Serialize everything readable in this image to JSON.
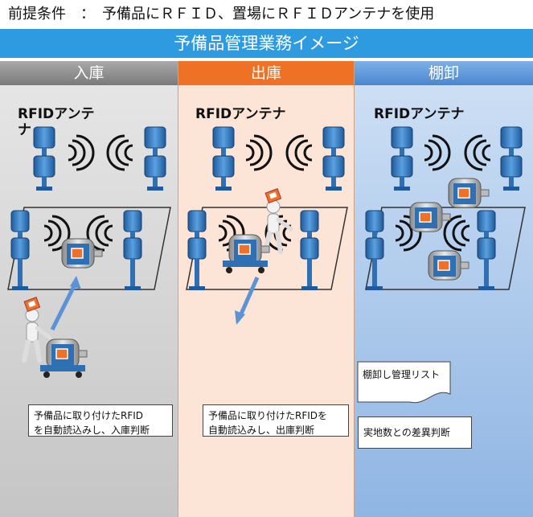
{
  "header": {
    "premise": "前提条件　：　予備品にＲＦＩＤ、置場にＲＦＩＤアンテナを使用",
    "title": "予備品管理業務イメージ"
  },
  "columns": [
    {
      "title": "入庫",
      "antenna_label": "RFIDアンテナ",
      "note_line1": "予備品に取り付けたRFID",
      "note_line2": "を自動読込みし、入庫判断"
    },
    {
      "title": "出庫",
      "antenna_label": "RFIDアンテナ",
      "note_line1": "予備品に取り付けたRFIDを",
      "note_line2": "自動読込みし、出庫判断"
    },
    {
      "title": "棚卸",
      "antenna_label": "RFIDアンテナ",
      "doc_label": "棚卸し管理リスト",
      "note_line1": "実地数との差異判断"
    }
  ],
  "colors": {
    "banner": "#2e9be0",
    "in_header": "#8c8c8c",
    "out_header": "#ee7126",
    "inv_header": "#5b93d6",
    "antenna": "#2f6fb3",
    "item_tag": "#ee7126"
  },
  "icons": [
    "rfid-antenna-icon",
    "signal-wave-icon",
    "spare-part-motor-icon",
    "worker-with-cart-icon",
    "arrow-icon",
    "document-icon"
  ]
}
